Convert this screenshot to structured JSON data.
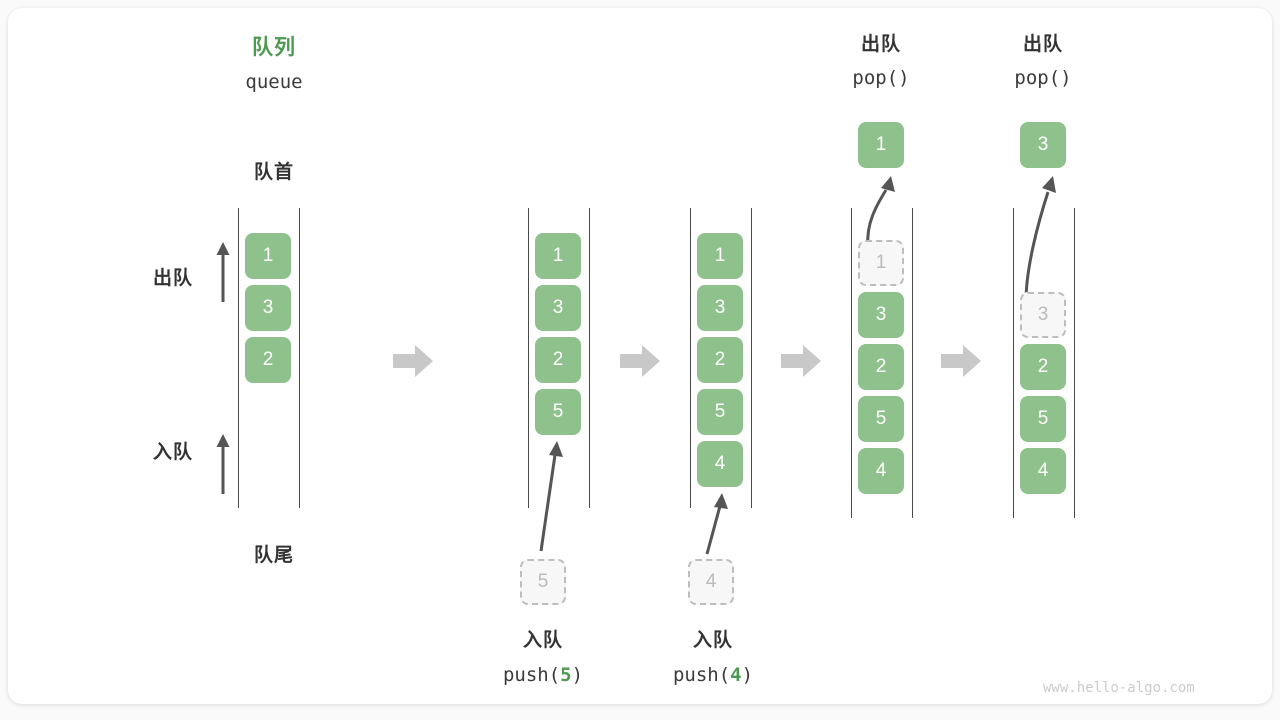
{
  "meta": {
    "watermark": "www.hello-algo.com",
    "accent_green": "#4e9a51",
    "box_green": "#8ec18c",
    "ghost_gray": "#bdbdbd",
    "text_dark": "#333333"
  },
  "headings": {
    "queue_cn": "队列",
    "queue_en": "queue",
    "front_cn": "队首",
    "rear_cn": "队尾",
    "dequeue_cn": "出队",
    "enqueue_cn": "入队"
  },
  "side_labels": [
    {
      "name": "dequeue-direction",
      "text": "出队"
    },
    {
      "name": "enqueue-direction",
      "text": "入队"
    }
  ],
  "stages": [
    {
      "id": "stage-initial",
      "top_label_cn": "",
      "top_label_code": "",
      "items": [
        {
          "value": "1",
          "state": "filled"
        },
        {
          "value": "3",
          "state": "filled"
        },
        {
          "value": "2",
          "state": "filled"
        }
      ],
      "floating": null,
      "incoming": null,
      "caption_cn": "",
      "caption_code": "",
      "caption_arg": ""
    },
    {
      "id": "stage-push-5",
      "top_label_cn": "",
      "top_label_code": "",
      "items": [
        {
          "value": "1",
          "state": "filled"
        },
        {
          "value": "3",
          "state": "filled"
        },
        {
          "value": "2",
          "state": "filled"
        },
        {
          "value": "5",
          "state": "filled"
        }
      ],
      "floating": null,
      "incoming": {
        "value": "5",
        "state": "ghost"
      },
      "caption_cn": "入队",
      "caption_code_prefix": "push(",
      "caption_arg": "5",
      "caption_code_suffix": ")"
    },
    {
      "id": "stage-push-4",
      "top_label_cn": "",
      "top_label_code": "",
      "items": [
        {
          "value": "1",
          "state": "filled"
        },
        {
          "value": "3",
          "state": "filled"
        },
        {
          "value": "2",
          "state": "filled"
        },
        {
          "value": "5",
          "state": "filled"
        },
        {
          "value": "4",
          "state": "filled"
        }
      ],
      "floating": null,
      "incoming": {
        "value": "4",
        "state": "ghost"
      },
      "caption_cn": "入队",
      "caption_code_prefix": "push(",
      "caption_arg": "4",
      "caption_code_suffix": ")"
    },
    {
      "id": "stage-pop-1",
      "top_label_cn": "出队",
      "top_label_code": "pop()",
      "items": [
        {
          "value": "1",
          "state": "ghost"
        },
        {
          "value": "3",
          "state": "filled"
        },
        {
          "value": "2",
          "state": "filled"
        },
        {
          "value": "5",
          "state": "filled"
        },
        {
          "value": "4",
          "state": "filled"
        }
      ],
      "floating": {
        "value": "1",
        "state": "filled"
      },
      "incoming": null,
      "caption_cn": "",
      "caption_code": "",
      "caption_arg": ""
    },
    {
      "id": "stage-pop-3",
      "top_label_cn": "出队",
      "top_label_code": "pop()",
      "items": [
        {
          "value": "",
          "state": "empty"
        },
        {
          "value": "3",
          "state": "ghost"
        },
        {
          "value": "2",
          "state": "filled"
        },
        {
          "value": "5",
          "state": "filled"
        },
        {
          "value": "4",
          "state": "filled"
        }
      ],
      "floating": {
        "value": "3",
        "state": "filled"
      },
      "incoming": null,
      "caption_cn": "",
      "caption_code": "",
      "caption_arg": ""
    }
  ]
}
